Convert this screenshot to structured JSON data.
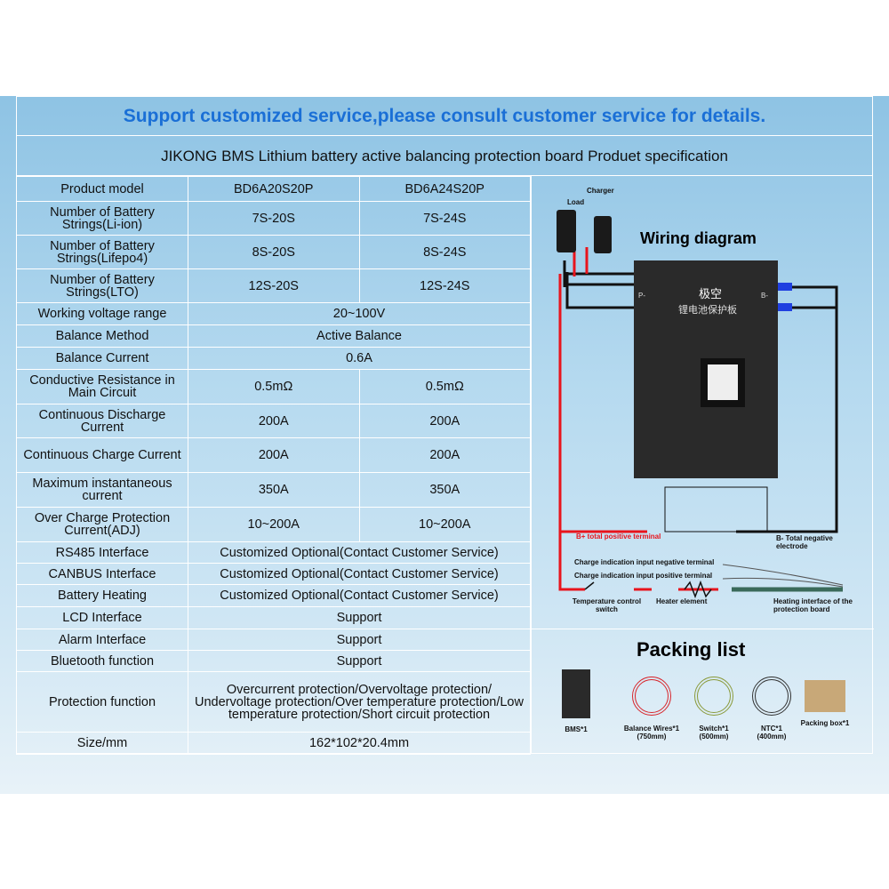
{
  "banner": "Support customized service,please consult customer service for details.",
  "subtitle": "JIKONG BMS Lithium battery active balancing protection board Produet specification",
  "rows": [
    {
      "label": "Product model",
      "values": [
        "BD6A20S20P",
        "BD6A24S20P"
      ]
    },
    {
      "label": "Number of Battery Strings(Li-ion)",
      "values": [
        "7S-20S",
        "7S-24S"
      ]
    },
    {
      "label": "Number of Battery Strings(Lifepo4)",
      "values": [
        "8S-20S",
        "8S-24S"
      ]
    },
    {
      "label": "Number of Battery Strings(LTO)",
      "values": [
        "12S-20S",
        "12S-24S"
      ]
    },
    {
      "label": "Working voltage range",
      "values": [
        "20~100V"
      ]
    },
    {
      "label": "Balance Method",
      "values": [
        "Active Balance"
      ]
    },
    {
      "label": "Balance Current",
      "values": [
        "0.6A"
      ]
    },
    {
      "label": "Conductive Resistance in Main Circuit",
      "values": [
        "0.5mΩ",
        "0.5mΩ"
      ]
    },
    {
      "label": "Continuous Discharge Current",
      "values": [
        "200A",
        "200A"
      ]
    },
    {
      "label": "Continuous Charge Current",
      "values": [
        "200A",
        "200A"
      ]
    },
    {
      "label": "Maximum instantaneous current",
      "values": [
        "350A",
        "350A"
      ]
    },
    {
      "label": "Over Charge Protection Current(ADJ)",
      "values": [
        "10~200A",
        "10~200A"
      ]
    },
    {
      "label": "RS485 Interface",
      "values": [
        "Customized Optional(Contact Customer Service)"
      ]
    },
    {
      "label": "CANBUS Interface",
      "values": [
        "Customized Optional(Contact Customer Service)"
      ]
    },
    {
      "label": "Battery Heating",
      "values": [
        "Customized Optional(Contact Customer Service)"
      ]
    },
    {
      "label": "LCD Interface",
      "values": [
        "Support"
      ]
    },
    {
      "label": "Alarm Interface",
      "values": [
        "Support"
      ]
    },
    {
      "label": "Bluetooth function",
      "values": [
        "Support"
      ]
    },
    {
      "label": "Protection function",
      "values": [
        "Overcurrent protection/Overvoltage protection/ Undervoltage protection/Over temperature protection/Low temperature protection/Short circuit protection"
      ]
    },
    {
      "label": "Size/mm",
      "values": [
        "162*102*20.4mm"
      ]
    }
  ],
  "wiring": {
    "title": "Wiring diagram",
    "load": "Load",
    "charger": "Charger",
    "p_minus": "P-",
    "b_minus": "B-",
    "brand": "极空",
    "board_text": "锂电池保护板",
    "b_plus_label": "B+ total positive terminal",
    "b_minus_label": "B- Total negative electrode",
    "charge_neg": "Charge indication input negative terminal",
    "charge_pos": "Charge indication input positive terminal",
    "temp_switch": "Temperature control switch",
    "heater": "Heater element",
    "heating_interface": "Heating interface of the protection board"
  },
  "packing": {
    "title": "Packing list",
    "items": [
      {
        "label": "BMS*1",
        "sub": ""
      },
      {
        "label": "Balance Wires*1",
        "sub": "(750mm)"
      },
      {
        "label": "Switch*1",
        "sub": "(500mm)"
      },
      {
        "label": "NTC*1",
        "sub": "(400mm)"
      },
      {
        "label": "Packing box*1",
        "sub": ""
      }
    ]
  },
  "colors": {
    "banner": "#1a6fd6",
    "wire_red": "#e8141c",
    "wire_blue": "#1f3fe0"
  }
}
